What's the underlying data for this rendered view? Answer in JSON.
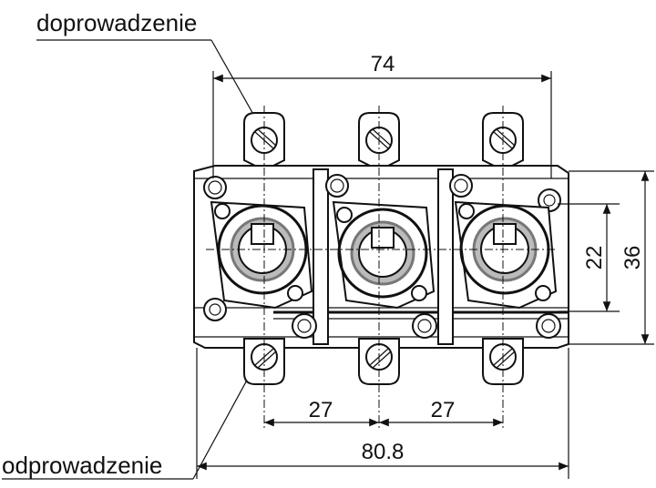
{
  "labels": {
    "inlet": "doprowadzenie",
    "outlet": "odprowadzenie"
  },
  "dimensions": {
    "top_width": "74",
    "pitch_left": "27",
    "pitch_right": "27",
    "total_width": "80.8",
    "inner_height": "22",
    "outer_height": "36"
  },
  "colors": {
    "line": "#111111",
    "shade": "#bbbbbb"
  }
}
